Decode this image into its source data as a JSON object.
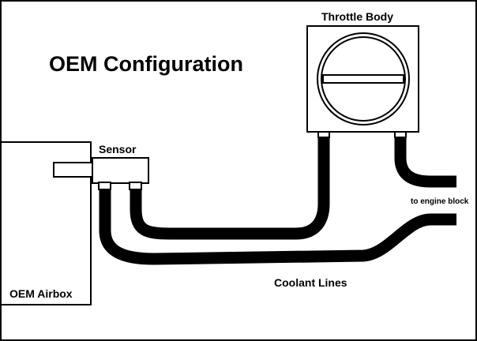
{
  "diagram": {
    "title": "OEM Configuration",
    "labels": {
      "throttle_body": "Throttle Body",
      "sensor": "Sensor",
      "to_engine_block": "to engine block",
      "coolant_lines": "Coolant Lines",
      "oem_airbox": "OEM Airbox"
    },
    "colors": {
      "line": "#000000",
      "background": "#ffffff"
    }
  }
}
